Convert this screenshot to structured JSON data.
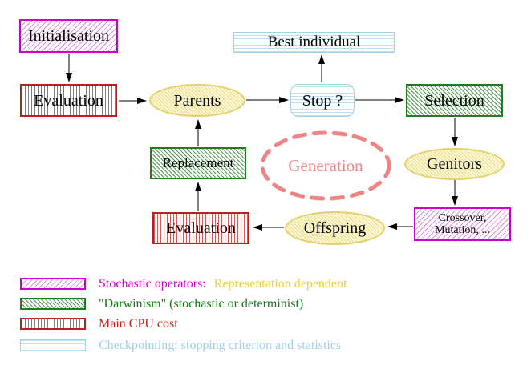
{
  "nodes": {
    "initialisation": {
      "label": "Initialisation"
    },
    "evaluation_top": {
      "label": "Evaluation"
    },
    "best_individual": {
      "label": "Best individual"
    },
    "parents": {
      "label": "Parents"
    },
    "stop": {
      "label": "Stop ?"
    },
    "selection": {
      "label": "Selection"
    },
    "replacement": {
      "label": "Replacement"
    },
    "generation": {
      "label": "Generation"
    },
    "genitors": {
      "label": "Genitors"
    },
    "evaluation_bottom": {
      "label": "Evaluation"
    },
    "offspring": {
      "label": "Offspring"
    },
    "crossover": {
      "line1": "Crossover,",
      "line2": "Mutation, ..."
    }
  },
  "legend": {
    "stochastic": {
      "label": "Stochastic operators:",
      "suffix": "Representation dependent"
    },
    "darwinism": {
      "label": "\"Darwinism\" (stochastic or determinist)"
    },
    "cpu": {
      "label": "Main CPU cost"
    },
    "checkpointing": {
      "label": "Checkpointing: stopping criterion and statistics"
    }
  },
  "colors": {
    "stochastic_magenta": "#cc00cc",
    "representation_yellow": "#eecc44",
    "darwinism_green": "#137813",
    "cpu_red": "#cc2222",
    "checkpointing_blue": "#9fcfe6",
    "yellow_node_border": "#e4d06a",
    "generation_coral": "#ee8585",
    "arrow_black": "#000000"
  }
}
